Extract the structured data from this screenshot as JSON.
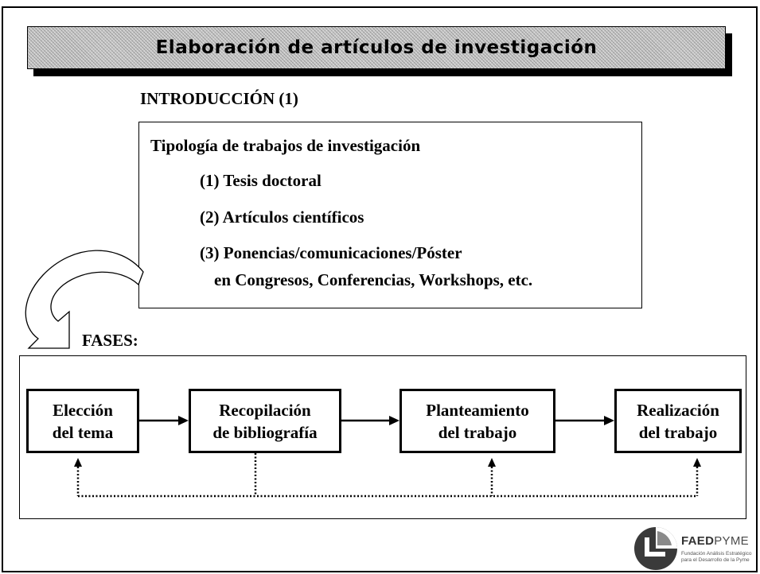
{
  "title": "Elaboración de artículos de investigación",
  "intro_heading": "INTRODUCCIÓN (1)",
  "typology": {
    "heading": "Tipología de trabajos de investigación",
    "items": [
      "(1) Tesis doctoral",
      "(2) Artículos científicos",
      "(3) Ponencias/comunicaciones/Póster",
      "en Congresos, Conferencias, Workshops, etc."
    ]
  },
  "phases": {
    "heading": "FASES:",
    "steps": [
      {
        "line1": "Elección",
        "line2": "del tema"
      },
      {
        "line1": "Recopilación",
        "line2": "de bibliografía"
      },
      {
        "line1": "Planteamiento",
        "line2": "del trabajo"
      },
      {
        "line1": "Realización",
        "line2": "del trabajo"
      }
    ]
  },
  "logo": {
    "name_bold": "FAED",
    "name_rest": "PYME",
    "tagline_1": "Fundación Análisis Estratégico",
    "tagline_2": "para el Desarrollo de la Pyme"
  }
}
